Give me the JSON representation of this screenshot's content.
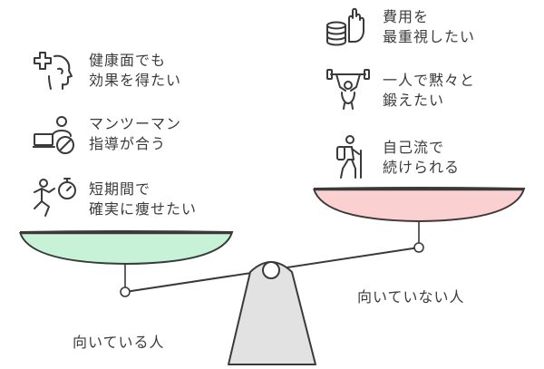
{
  "left_side": {
    "caption": "向いている人",
    "pan_color": "#c8f2d8",
    "items": [
      {
        "icon": "health-head-plus-icon",
        "lines": [
          "健康面でも",
          "効果を得たい"
        ]
      },
      {
        "icon": "personal-trainer-laptop-icon",
        "lines": [
          "マンツーマン",
          "指導が合う"
        ]
      },
      {
        "icon": "running-stopwatch-icon",
        "lines": [
          "短期間で",
          "確実に痩せたい"
        ]
      }
    ]
  },
  "right_side": {
    "caption": "向いていない人",
    "pan_color": "#fbd0d0",
    "items": [
      {
        "icon": "hand-coins-icon",
        "lines": [
          "費用を",
          "最重視したい"
        ]
      },
      {
        "icon": "weightlifter-icon",
        "lines": [
          "一人で黙々と",
          "鍛えたい"
        ]
      },
      {
        "icon": "hiker-icon",
        "lines": [
          "自己流で",
          "続けられる"
        ]
      }
    ]
  },
  "colors": {
    "stroke": "#3a3a3a",
    "fulcrum": "#e2e2e2",
    "text": "#3b3b3b"
  }
}
